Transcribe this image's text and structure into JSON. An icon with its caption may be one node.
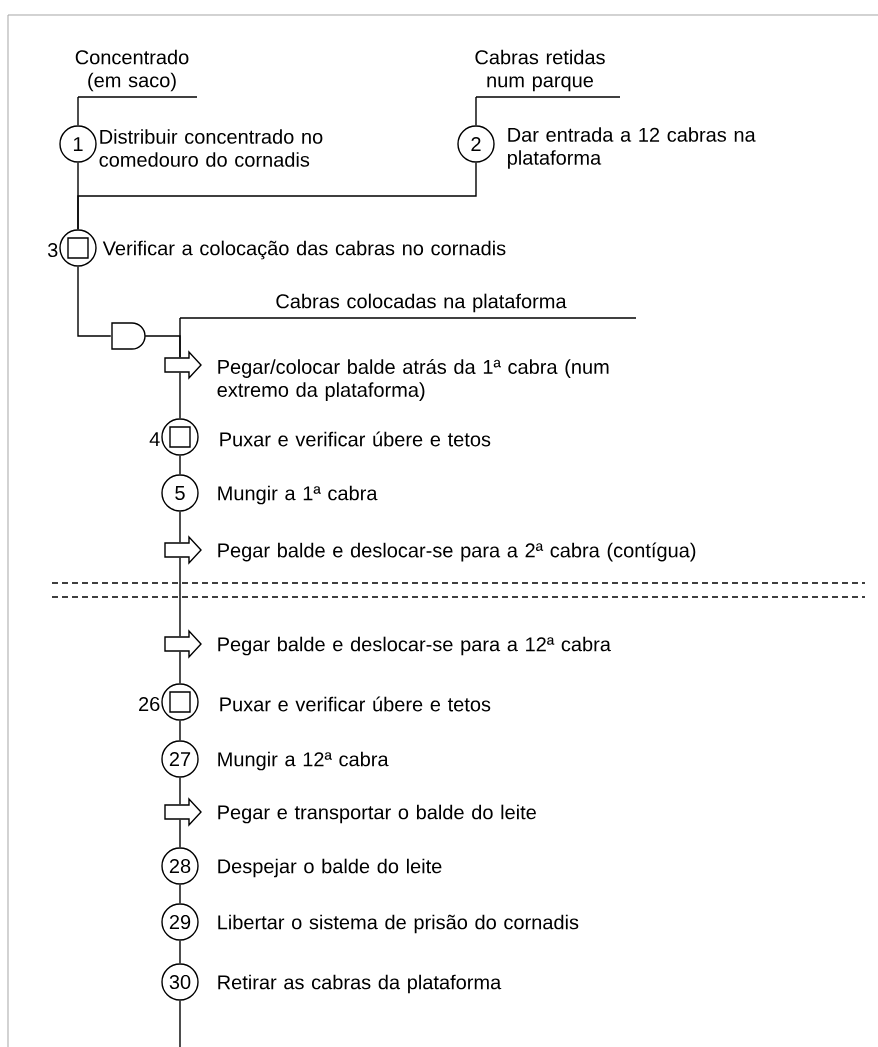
{
  "diagram": {
    "nodes": [
      {
        "text": [
          "Concentrado (em saco)"
        ]
      },
      {
        "text": [
          "Cabras retidas num parque"
        ]
      },
      {
        "text": [
          "1"
        ],
        "beside": [
          "Distribuir concentrado no comedouro do cornadis"
        ]
      },
      {
        "text": [
          "2"
        ],
        "beside": [
          "Dar entrada a 12 cabras na plataforma"
        ]
      },
      {
        "text": [
          "3"
        ],
        "beside": [
          "Verificar a colocação das cabras no cornadis"
        ]
      },
      {
        "text": [
          "Cabras colocadas na plataforma"
        ]
      },
      {
        "text": [],
        "shape": "d-shape"
      },
      {
        "text": [],
        "shape": "arrow",
        "beside": [
          "Pegar/colocar balde atrás da 1ª cabra (num extremo da plataforma)"
        ]
      },
      {
        "text": [
          "4"
        ],
        "beside": [
          "Puxar e verificar úbere e tetos"
        ]
      },
      {
        "text": [
          "5"
        ],
        "beside": [
          "Mungir a 1ª cabra"
        ]
      },
      {
        "text": [],
        "shape": "arrow",
        "beside": [
          "Pegar balde e deslocar-se para a 2ª cabra (contígua)"
        ]
      },
      {
        "text": [],
        "shape": "arrow",
        "beside": [
          "Pegar balde e deslocar-se para a 12ª cabra"
        ]
      },
      {
        "text": [
          "26"
        ],
        "beside": [
          "Puxar e verificar úbere e tetos"
        ]
      },
      {
        "text": [
          "27"
        ],
        "beside": [
          "Mungir a 12ª cabra"
        ]
      },
      {
        "text": [],
        "shape": "arrow",
        "beside": [
          "Pegar e transportar o balde do leite"
        ]
      },
      {
        "text": [
          "28"
        ],
        "beside": [
          "Despejar o balde do leite"
        ]
      },
      {
        "text": [
          "29"
        ],
        "beside": [
          "Libertar o sistema de prisão do cornadis"
        ]
      },
      {
        "text": [
          "30"
        ],
        "beside": [
          "Retirar as cabras da plataforma"
        ]
      }
    ],
    "edges": [
      {
        "from": 0,
        "to": 2,
        "arrow": "none"
      },
      {
        "from": 1,
        "to": 3,
        "arrow": "none"
      },
      {
        "from": 2,
        "to": 4,
        "arrow": "none"
      },
      {
        "from": 3,
        "to": 4,
        "arrow": "none"
      },
      {
        "from": 4,
        "to": 6,
        "arrow": "none"
      },
      {
        "from": 5,
        "to": 7,
        "arrow": "none"
      },
      {
        "from": 6,
        "to": 7,
        "arrow": "none"
      },
      {
        "from": 7,
        "to": 8,
        "arrow": "none"
      },
      {
        "from": 8,
        "to": 9,
        "arrow": "none"
      },
      {
        "from": 9,
        "to": 10,
        "arrow": "none"
      },
      {
        "from": 10,
        "to": 11,
        "arrow": "none"
      },
      {
        "from": 11,
        "to": 12,
        "arrow": "none"
      },
      {
        "from": 12,
        "to": 13,
        "arrow": "none"
      },
      {
        "from": 13,
        "to": 14,
        "arrow": "none"
      },
      {
        "from": 14,
        "to": 15,
        "arrow": "none"
      },
      {
        "from": 15,
        "to": 16,
        "arrow": "none"
      },
      {
        "from": 16,
        "to": 17,
        "arrow": "none"
      },
      {
        "from": 17,
        "to": null,
        "arrow": "none"
      }
    ]
  }
}
